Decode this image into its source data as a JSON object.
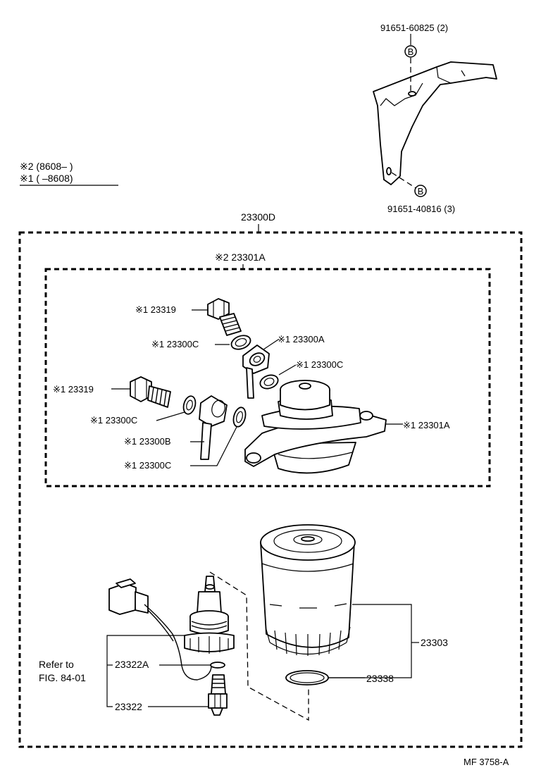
{
  "legend": {
    "line1": "※2 (8608–      )",
    "line2": "※1 (      –8608)"
  },
  "labels": {
    "bolt_top": "91651-60825 (2)",
    "bolt_bottom": "91651-40816 (3)",
    "assy_outer": "23300D",
    "assy_inner": "※2 23301A",
    "p_23319_a": "※1 23319",
    "p_23300c_a": "※1 23300C",
    "p_23300a": "※1 23300A",
    "p_23300c_b": "※1 23300C",
    "p_23319_b": "※1 23319",
    "p_23300c_c": "※1 23300C",
    "p_23301a": "※1 23301A",
    "p_23300b": "※1 23300B",
    "p_23300c_d": "※1 23300C",
    "refer_1": "Refer to",
    "refer_2": "FIG. 84-01",
    "p_23322a": "23322A",
    "p_23322": "23322",
    "p_23303": "23303",
    "p_23338": "23338",
    "bolt_marker": "B",
    "figure_code": "MF  3758-A"
  },
  "icons": {
    "bracket": "mounting-bracket-icon",
    "bolt": "bolt-marker-icon",
    "filter": "fuel-filter-icon",
    "sensor": "water-sensor-icon"
  }
}
